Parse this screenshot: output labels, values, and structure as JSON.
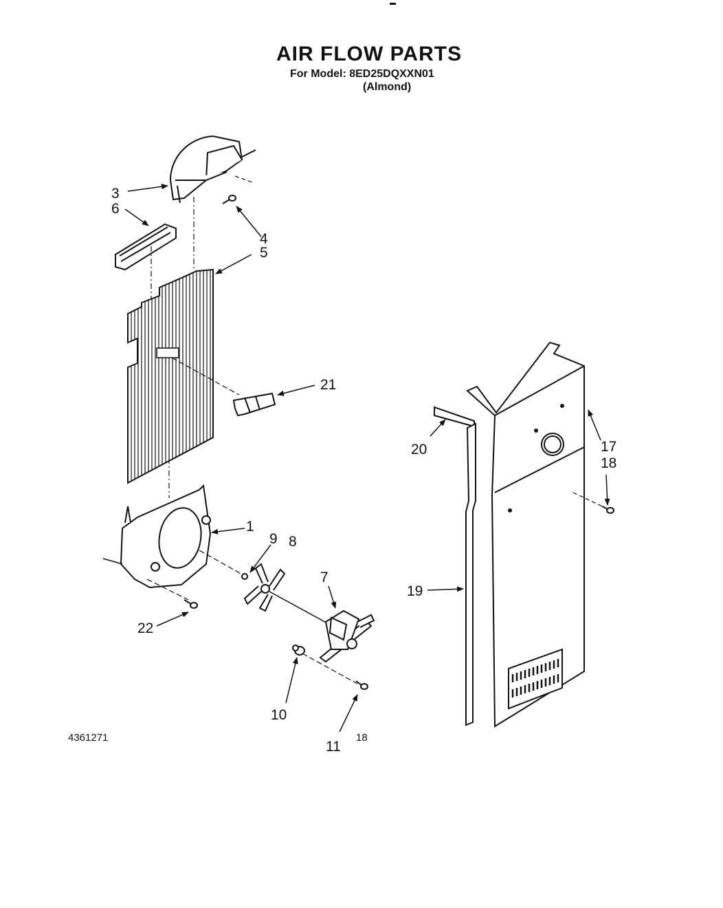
{
  "page": {
    "title": "AIR FLOW PARTS",
    "model_line": "For Model: 8ED25DQXXN01",
    "color_line": "(Almond)",
    "doc_number": "4361271",
    "page_number": "18"
  },
  "callouts": {
    "c1": "1",
    "c3": "3",
    "c4": "4",
    "c5": "5",
    "c6": "6",
    "c7": "7",
    "c8": "8",
    "c9": "9",
    "c10": "10",
    "c11": "11",
    "c17": "17",
    "c18": "18",
    "c19": "19",
    "c20": "20",
    "c21": "21",
    "c22": "22"
  }
}
